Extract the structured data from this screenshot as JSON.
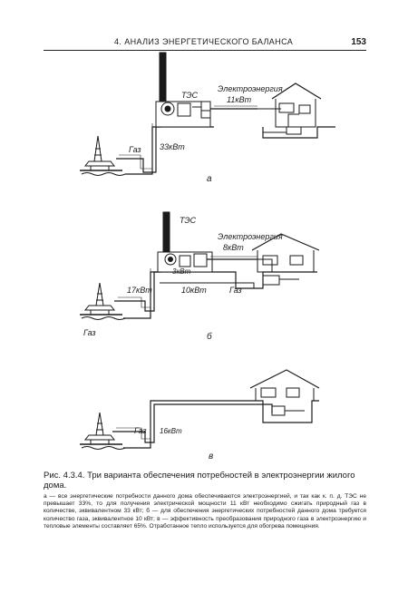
{
  "header": {
    "title": "4. АНАЛИЗ ЭНЕРГЕТИЧЕСКОГО БАЛАНСА",
    "page_number": "153"
  },
  "figure": {
    "panel_a": {
      "plant_label": "ТЭС",
      "electricity_label": "Электроэнергия",
      "electricity_value": "11кВт",
      "gas_label": "Газ",
      "gas_value": "33кВт",
      "panel_letter": "а"
    },
    "panel_b": {
      "plant_label": "ТЭС",
      "electricity_label": "Электроэнергия",
      "electricity_value": "8кВт",
      "heat_value": "3кВт",
      "gas_to_house_value": "10кВт",
      "gas_to_plant_value": "17кВт",
      "gas_line_label": "Газ",
      "gas_left_label": "Газ",
      "panel_letter": "б"
    },
    "panel_c": {
      "gas_label": "Газ",
      "gas_value": "16кВт",
      "panel_letter": "в"
    }
  },
  "caption": {
    "title": "Рис. 4.3.4. Три варианта обеспечения потребностей в электроэнергии жилого дома.",
    "text": "а — все энергетические потребности данного дома обеспечиваются электроэнергией, и так как к. п. д. ТЭС не превышает 33%, то для получения электрической мощности 11 кВт необходимо сжигать природный газ в количестве, эквивалентном 33 кВт; б — для обеспечения энергетических потребностей данного дома требуется количество газа, эквивалентное 10 кВт; в — эффективность преобразования природного газа в электроэнергию и тепловые элементы составляет 65%. Отработанное тепло используется для обогрева помещения."
  }
}
